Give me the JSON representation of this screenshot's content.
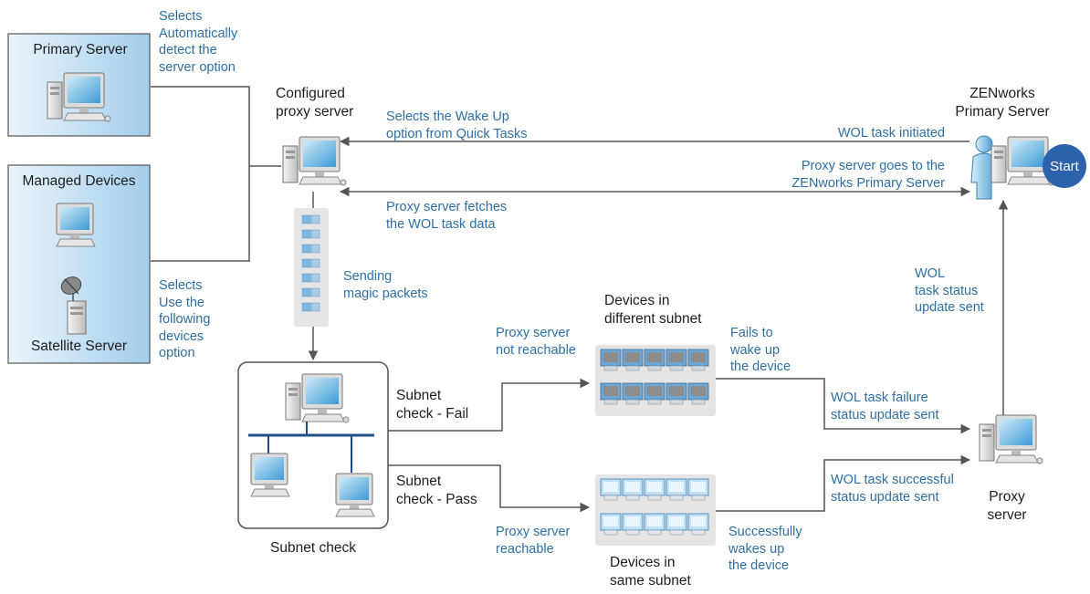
{
  "nodes": {
    "primary_server": "Primary Server",
    "managed_devices": "Managed Devices",
    "satellite_server": "Satellite Server",
    "configured_proxy": "Configured\nproxy server",
    "zen_primary": "ZENworks\nPrimary Server",
    "subnet_check": "Subnet check",
    "proxy_server": "Proxy\nserver",
    "diff_subnet": "Devices in\ndifferent subnet",
    "same_subnet": "Devices in\nsame subnet",
    "start": "Start"
  },
  "annotations": {
    "selects_auto": "Selects\nAutomatically\ndetect the\nserver option",
    "selects_use": "Selects\nUse the\nfollowing\ndevices\noption",
    "wake_up": "Selects the Wake Up\noption from Quick Tasks",
    "wol_initiated": "WOL task initiated",
    "proxy_goes": "Proxy server goes to the\nZENworks Primary Server",
    "proxy_fetches": "Proxy server fetches\nthe WOL task data",
    "sending_magic": "Sending\nmagic packets",
    "not_reachable": "Proxy server\nnot reachable",
    "reachable": "Proxy server\nreachable",
    "fails_wake": "Fails to\nwake up\nthe device",
    "successfully_wakes": "Successfully\nwakes up\nthe device",
    "wol_failure": "WOL task failure\nstatus update sent",
    "wol_success": "WOL task successful\nstatus update sent",
    "wol_status": "WOL\ntask status\nupdate sent",
    "check_fail": "Subnet\ncheck - Fail",
    "check_pass": "Subnet\ncheck - Pass"
  },
  "colors": {
    "annotation_text": "#2f6fa3",
    "panel_gradient_light": "#e9f4fb",
    "panel_gradient_dark": "#9fcbe9",
    "start_fill": "#2c61ab",
    "arrow": "#555555"
  }
}
